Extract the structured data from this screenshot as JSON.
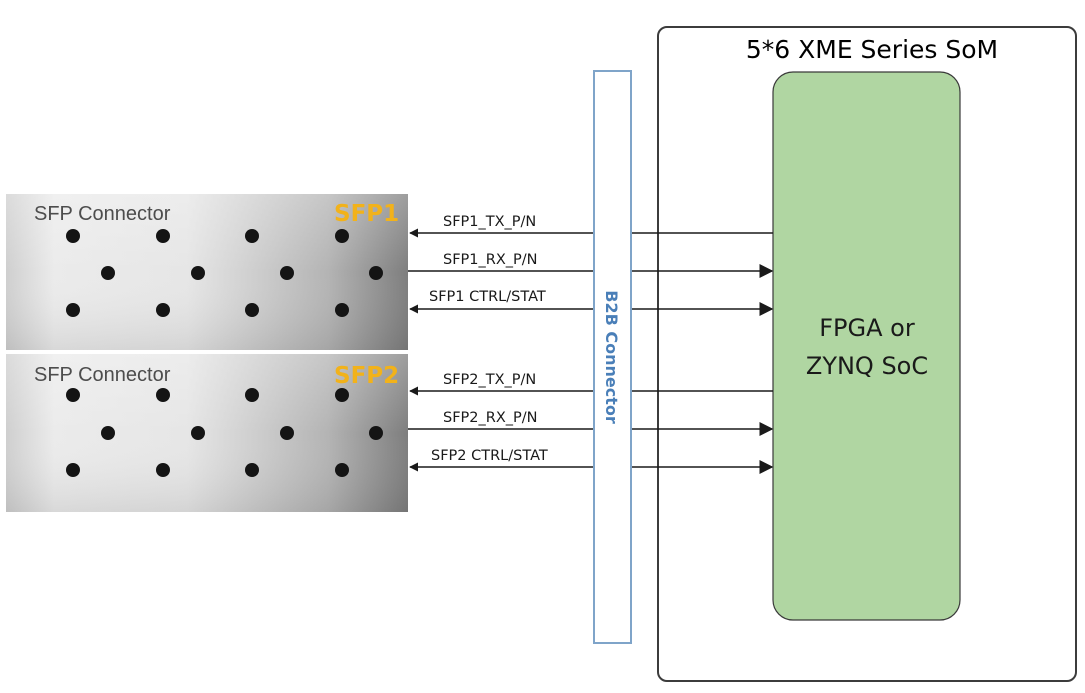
{
  "som": {
    "title": "5*6 XME Series SoM"
  },
  "fpga": {
    "label_line1": "FPGA or",
    "label_line2": "ZYNQ SoC",
    "fill_color": "#b0d6a2"
  },
  "b2b": {
    "label": "B2B Connector",
    "border_color": "#7fa4c9"
  },
  "sfp_connectors": [
    {
      "label": "SFP Connector",
      "tag": "SFP1",
      "signals": [
        {
          "label": "SFP1_TX_P/N",
          "direction": "to-sfp"
        },
        {
          "label": "SFP1_RX_P/N",
          "direction": "to-fpga"
        },
        {
          "label": "SFP1  CTRL/STAT",
          "direction": "bidirectional"
        }
      ]
    },
    {
      "label": "SFP Connector",
      "tag": "SFP2",
      "signals": [
        {
          "label": "SFP2_TX_P/N",
          "direction": "to-sfp"
        },
        {
          "label": "SFP2_RX_P/N",
          "direction": "to-fpga"
        },
        {
          "label": "SFP2 CTRL/STAT",
          "direction": "bidirectional"
        }
      ]
    }
  ],
  "colors": {
    "sfp_tag": "#f2b21a",
    "line": "#1a1a1a"
  }
}
